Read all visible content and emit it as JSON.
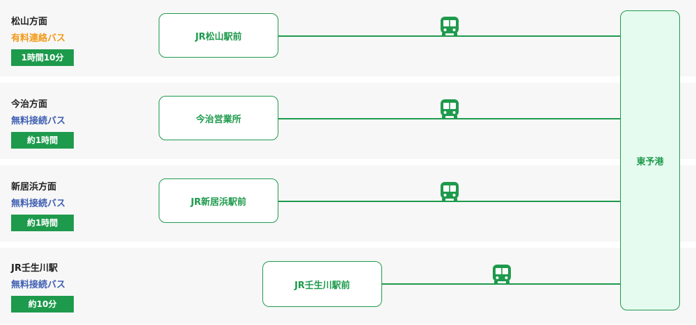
{
  "routes": [
    {
      "title": "松山方面",
      "bus_type": "有料連絡バス",
      "duration": "1時間10分",
      "stop": "JR松山駅前"
    },
    {
      "title": "今治方面",
      "bus_type": "無料接続バス",
      "duration": "約1時間",
      "stop": "今治営業所"
    },
    {
      "title": "新居浜方面",
      "bus_type": "無料接続バス",
      "duration": "約1時間",
      "stop": "JR新居浜駅前"
    },
    {
      "title": "JR壬生川駅",
      "bus_type": "無料接続バス",
      "duration": "約10分",
      "stop": "JR壬生川駅前"
    }
  ],
  "destination": "東予港",
  "colors": {
    "accent_green": "#1e9a4c",
    "paid_orange": "#f39a16",
    "free_blue": "#3f5fb3",
    "port_fill": "#e6fbef"
  },
  "icons": {
    "bus": "bus-icon"
  }
}
